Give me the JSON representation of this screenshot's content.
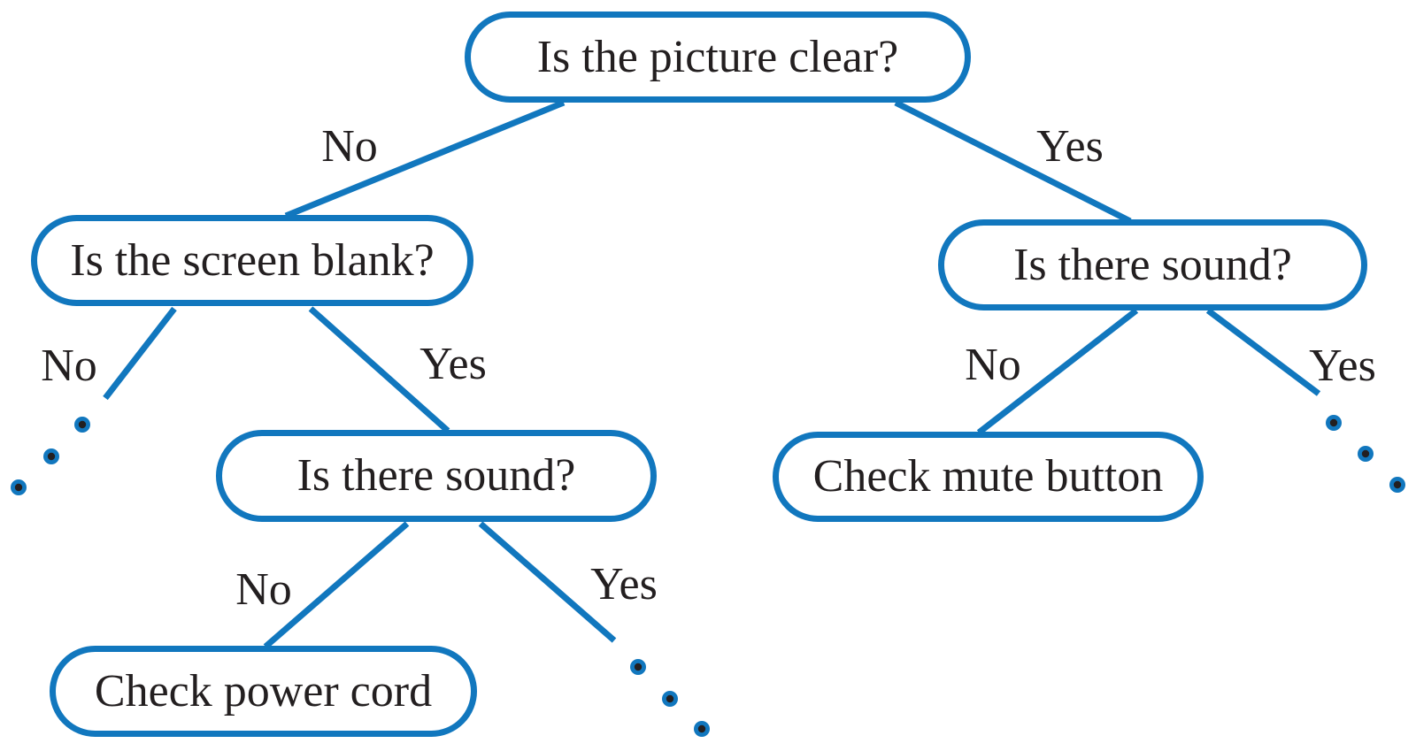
{
  "diagram": {
    "description": "Television troubleshooting decision tree",
    "colors": {
      "accent_blue": "#1177be",
      "text_black": "#231f20",
      "background": "#ffffff"
    },
    "nodes": {
      "root": {
        "text": "Is the picture clear?"
      },
      "screen_blank": {
        "text": "Is the screen blank?"
      },
      "sound_right": {
        "text": "Is there sound?"
      },
      "sound_mid": {
        "text": "Is there sound?"
      },
      "check_mute": {
        "text": "Check mute button"
      },
      "check_power": {
        "text": "Check power cord"
      }
    },
    "edges": [
      {
        "from": "root",
        "to": "screen_blank",
        "label": "No"
      },
      {
        "from": "root",
        "to": "sound_right",
        "label": "Yes"
      },
      {
        "from": "screen_blank",
        "to": "ellipsis_left",
        "label": "No"
      },
      {
        "from": "screen_blank",
        "to": "sound_mid",
        "label": "Yes"
      },
      {
        "from": "sound_right",
        "to": "check_mute",
        "label": "No"
      },
      {
        "from": "sound_right",
        "to": "ellipsis_right",
        "label": "Yes"
      },
      {
        "from": "sound_mid",
        "to": "check_power",
        "label": "No"
      },
      {
        "from": "sound_mid",
        "to": "ellipsis_mid",
        "label": "Yes"
      }
    ],
    "ellipses": {
      "left": "continuation dots",
      "mid": "continuation dots",
      "right": "continuation dots"
    }
  }
}
